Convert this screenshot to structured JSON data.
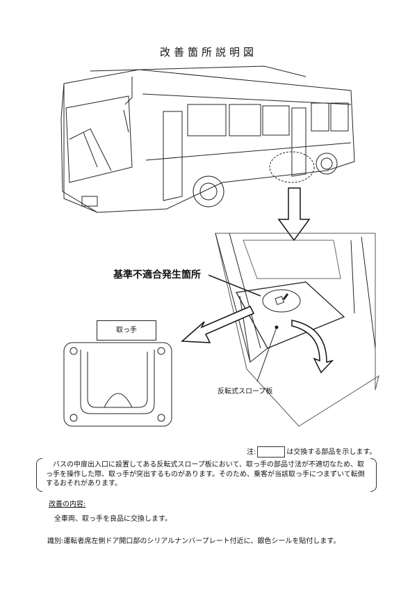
{
  "title": "改善箇所説明図",
  "labels": {
    "defect_location": "基準不適合発生箇所",
    "handle": "取っ手",
    "slope_plate": "反転式スロープ板"
  },
  "note": {
    "prefix": "注:",
    "suffix": "は交換する部品を示します。"
  },
  "description": "　バスの中扉出入口に設置してある反転式スロープ板において、取っ手の部品寸法が不適切なため、取っ手を操作した際、取っ手が突出するものがあります。そのため、乗客が当該取っ手につまずいて転倒するおそれがあります。",
  "fix": {
    "heading": "改善の内容:",
    "body": "全車両、取っ手を良品に交換します。"
  },
  "identification": "識別:運転者席左側ドア開口部のシリアルナンバープレート付近に、銀色シールを貼付します。"
}
